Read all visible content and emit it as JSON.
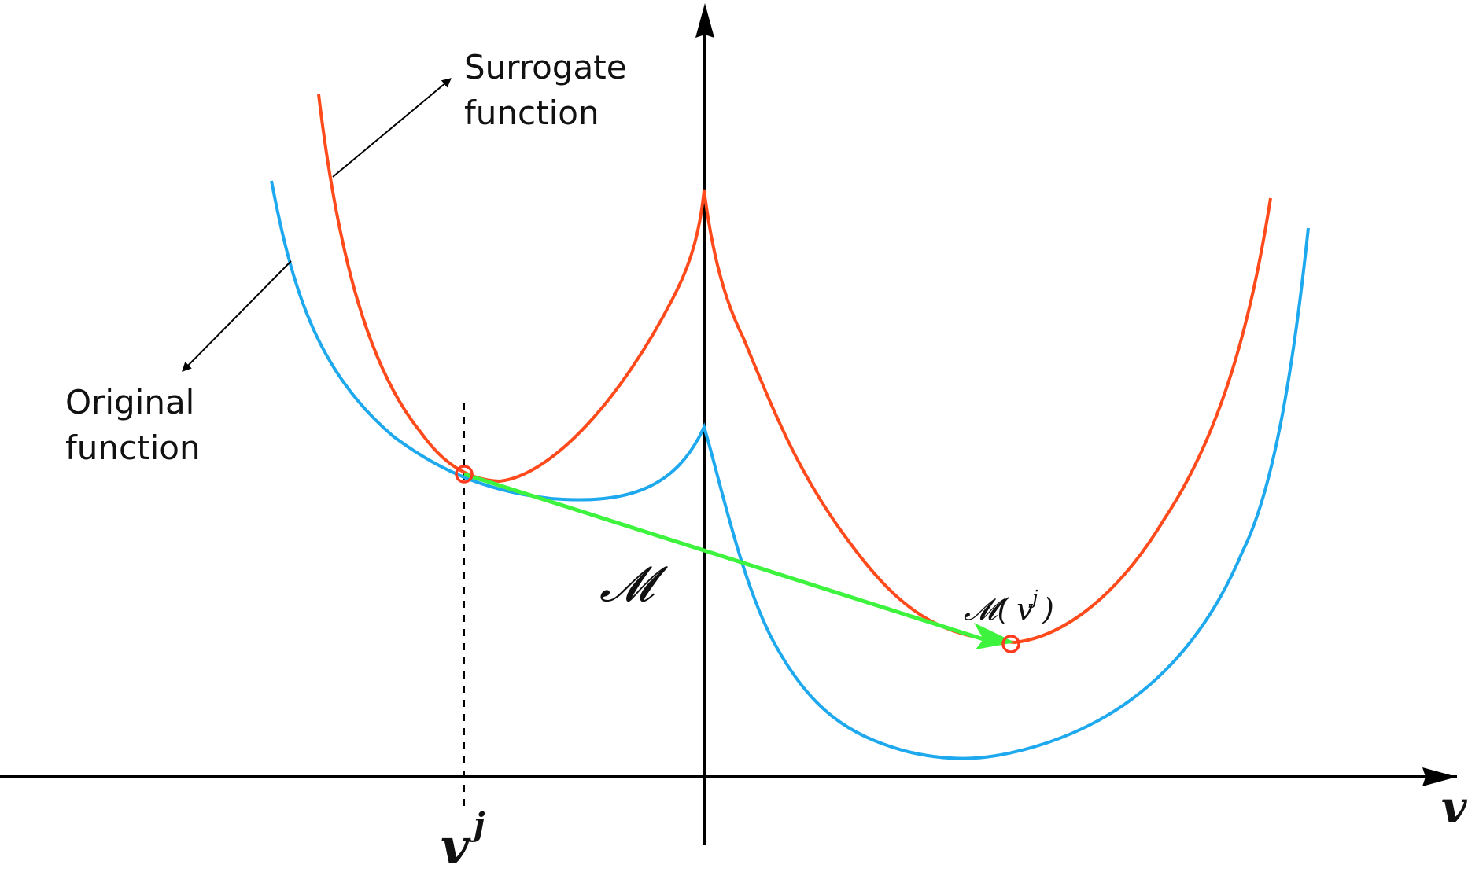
{
  "labels": {
    "surrogate_line1": "Surrogate",
    "surrogate_line2": "function",
    "original_line1": "Original",
    "original_line2": "function",
    "operator": "𝓜",
    "operator_applied_prefix": "𝓜(",
    "operator_applied_var": "v",
    "operator_applied_sup": "j",
    "operator_applied_suffix": ")",
    "x_axis_var": "v",
    "xj_var": "v",
    "xj_sup": "j"
  },
  "colors": {
    "surrogate_curve": "#ff4a1c",
    "original_curve": "#1ea8ee",
    "update_arrow": "#3ef33e",
    "axes": "#000000",
    "marker": "#ff3b1f"
  }
}
